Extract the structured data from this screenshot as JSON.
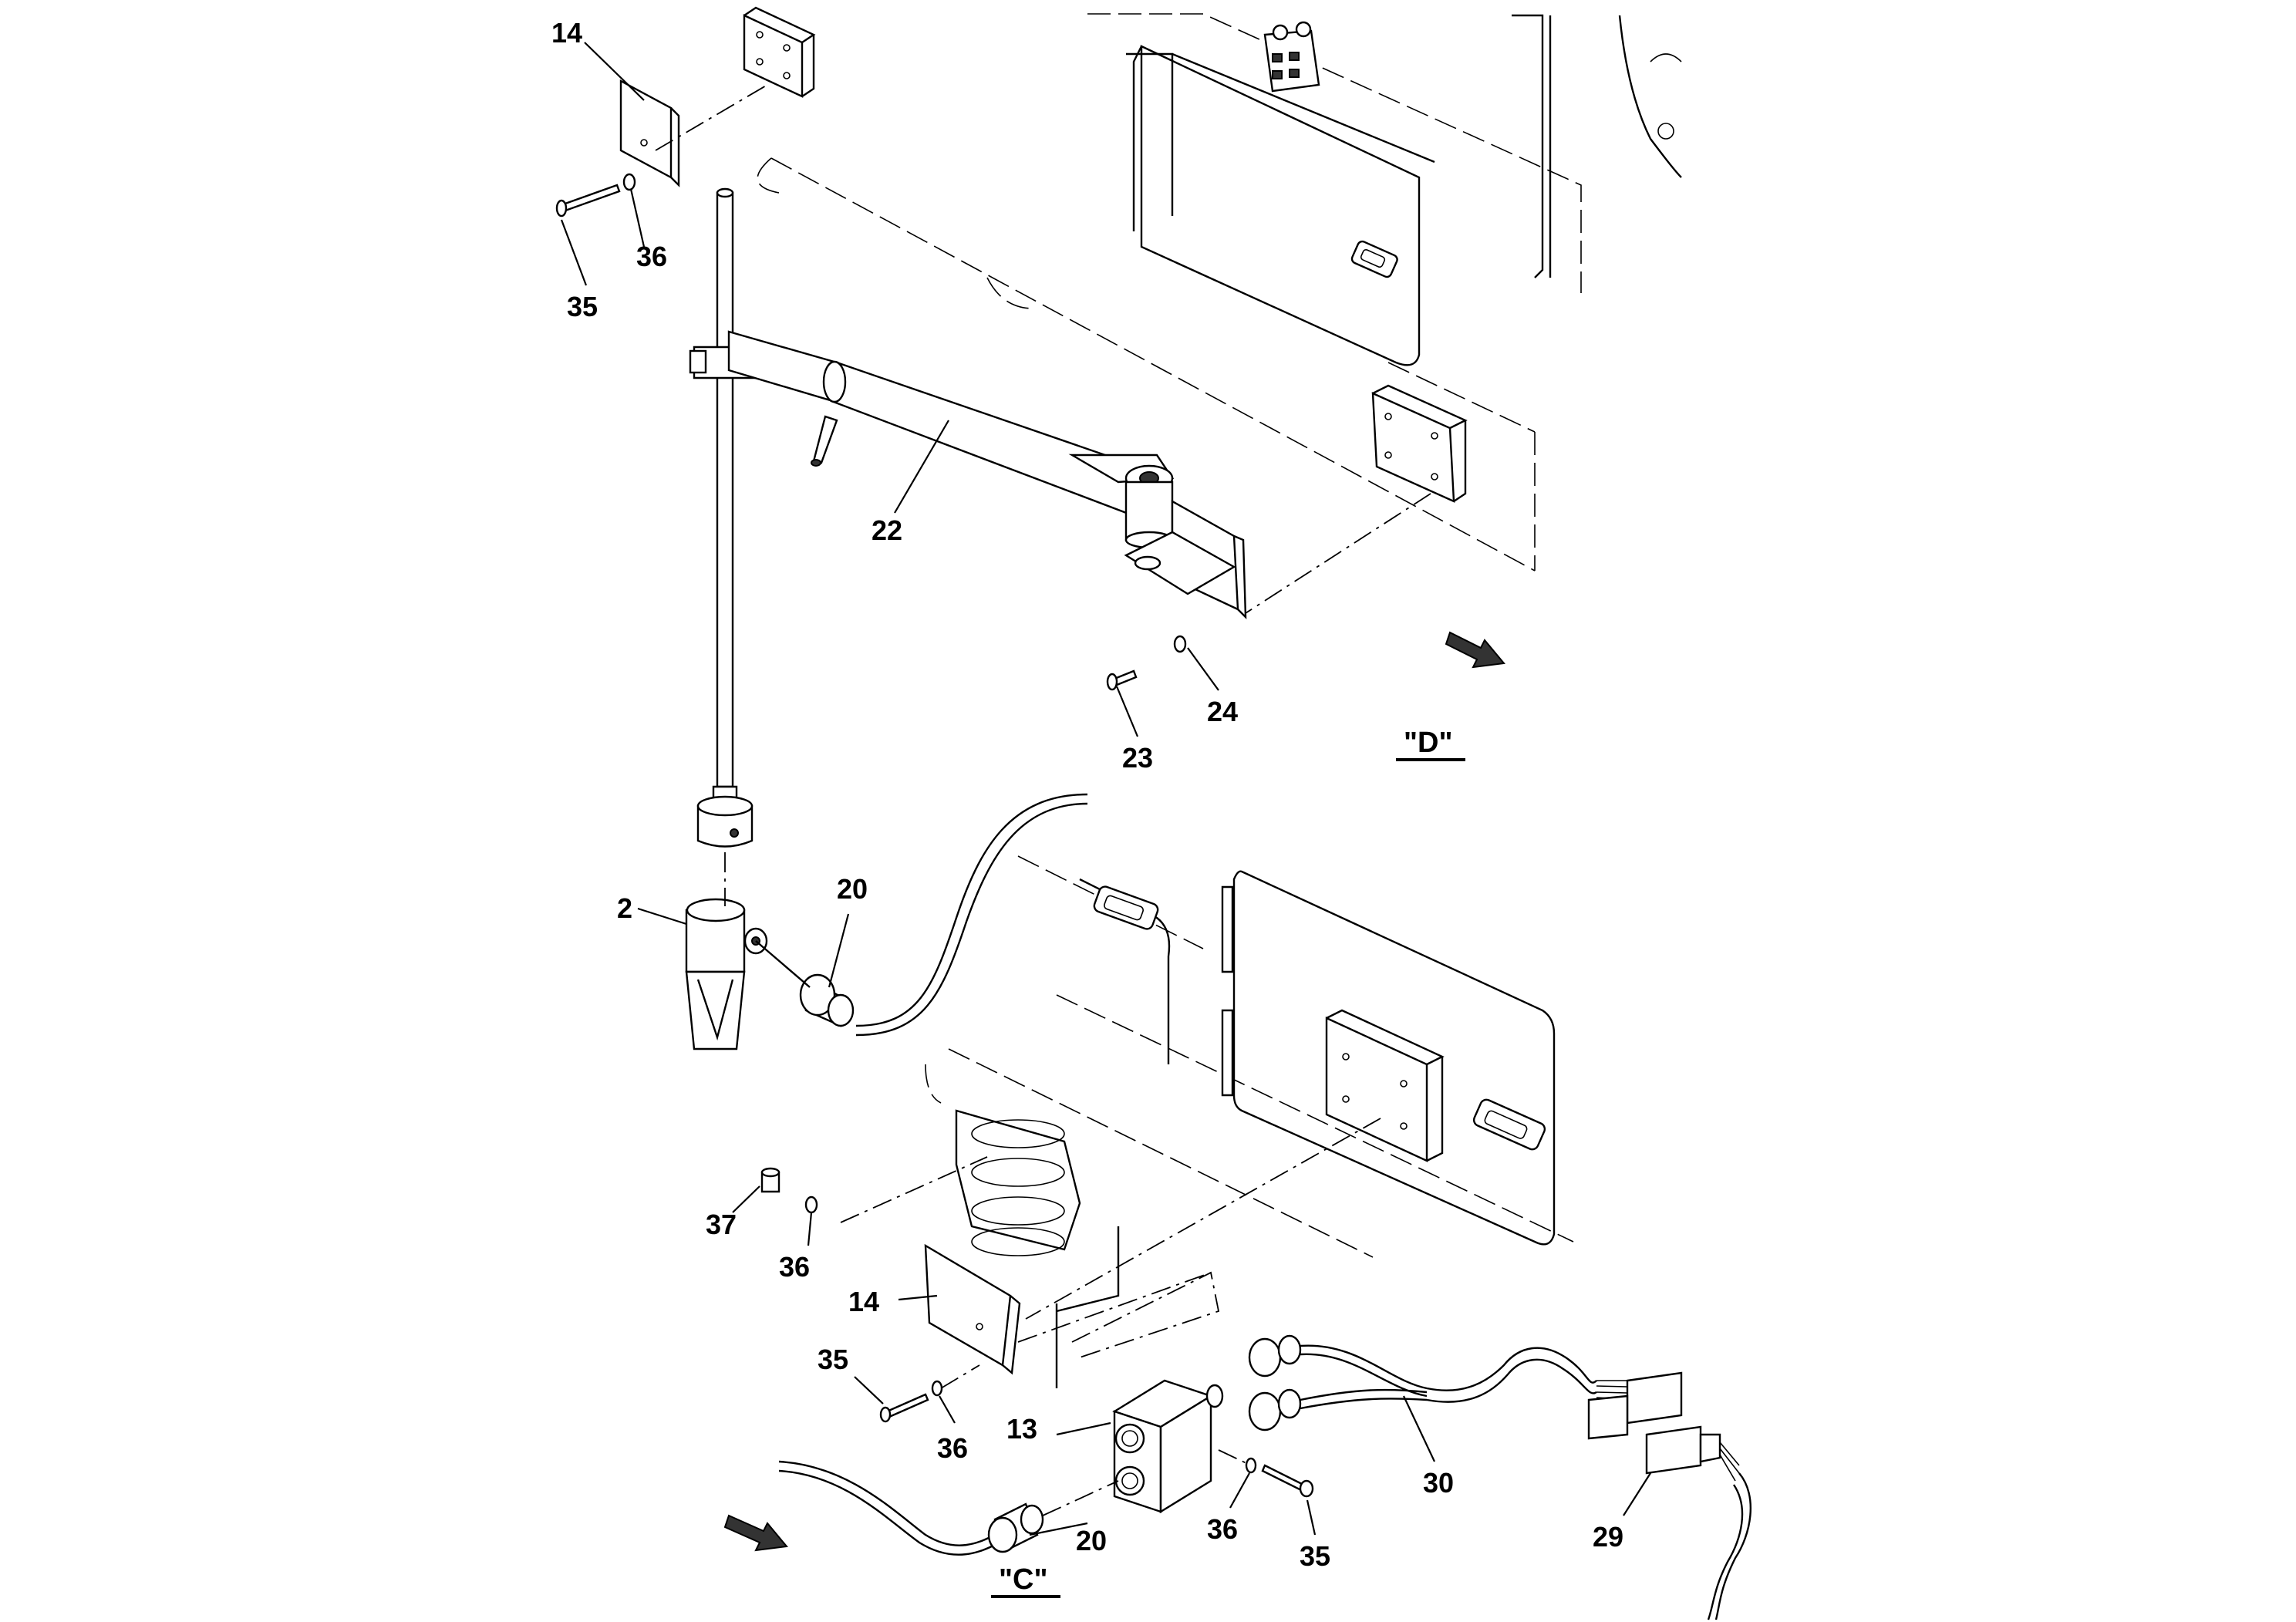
{
  "diagram": {
    "views": [
      {
        "id": "D",
        "label": "\"D\""
      },
      {
        "id": "C",
        "label": "\"C\""
      }
    ],
    "callouts": {
      "c14_top": "14",
      "c36_top": "36",
      "c35_top": "35",
      "c22": "22",
      "c24": "24",
      "c23": "23",
      "c2": "2",
      "c20_top": "20",
      "c37": "37",
      "c36_mid": "36",
      "c14_low": "14",
      "c35_low": "35",
      "c36_low": "36",
      "c13": "13",
      "c30": "30",
      "c29": "29",
      "c20_low": "20",
      "c36_right": "36",
      "c35_right": "35"
    },
    "icons": [
      "view-direction-arrow-icon"
    ]
  }
}
